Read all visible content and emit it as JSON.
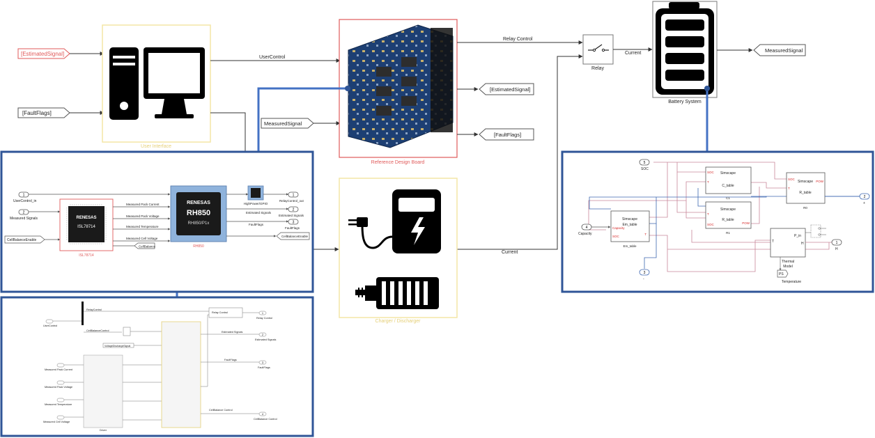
{
  "main": {
    "goto_estimated": "[EstimatedSignal]",
    "goto_faultflags": "[FaultFlags]",
    "user_interface_label": "User Interface",
    "user_control_signal": "UserControl",
    "measured_signal_tag": "MeasuredSignal",
    "reference_board_label": "Reference Design Board",
    "out_estimated": "[EstimatedSignal]",
    "out_faultflags": "[FaultFlags]",
    "relay_control_signal": "Relay Control",
    "relay_label": "Relay",
    "current_signal": "Current",
    "battery_label": "Battery System",
    "measured_signal_out": "MeasuredSignal",
    "charger_label": "Charger / Discharger",
    "current_signal_2": "Current"
  },
  "board_zoom": {
    "port1_num": "1",
    "port1_label": "UserControl_in",
    "port2_num": "2",
    "port2_label": "Measured Signals",
    "cellbal_in": "CellBalanceEnable",
    "isl_brand": "RENESAS",
    "isl_part": "ISL78714",
    "isl_caption": "ISL78714",
    "sig1": "Measured Pack Current",
    "sig2": "Measured Pack Voltage",
    "sig3": "Measured Temperature",
    "sig4": "Measured Cell Voltage",
    "cellbalance_goto": "CellBalance",
    "rh_brand": "RENESAS",
    "rh_part": "RH850",
    "rh_sub": "RH850/P1x",
    "rh_caption": "RH850",
    "gpio_label": "HighPower/GPIO",
    "est_signals": "Estimated Signals",
    "faultflags_sig": "FaultFlags",
    "out1_num": "1",
    "out1_label": "RelayControl_out",
    "out2_num": "2",
    "out2_label": "Estimated Signals",
    "out3_num": "3",
    "out3_label": "FaultFlags",
    "cellbal_out": "CellBalanceEnable"
  },
  "battery_zoom": {
    "soc_num": "5",
    "soc_label": "SOC",
    "cap_num": "4",
    "cap_label": "Capacity",
    "port3_num": "3",
    "port3_label": "-",
    "out2_num": "2",
    "out2_label": "+",
    "out1_num": "1",
    "out1_label": "H",
    "c1_title": "Simscape",
    "c1_name": "C_table",
    "c1_caption": "C1",
    "r1_title": "Simscape",
    "r1_name": "R_table",
    "r1_caption": "R1",
    "r0_title": "Simscape",
    "r0_name": "R_table",
    "r0_caption": "R0",
    "em_title": "Simscape",
    "em_name": "Em_table",
    "em_caption": "Em_table",
    "thermal_caption1": "Thermal",
    "thermal_caption2": "Model",
    "therm_pin": "P_in",
    "therm_t": "T",
    "therm_h": "H",
    "temp_ps": "PS",
    "temp_label": "Temperature",
    "pin_soc": "SOC",
    "pin_t": "T",
    "pin_pow": "POW",
    "pin_capacity": "Capacity"
  },
  "rh_zoom": {
    "relay_control": "RelayControl",
    "cell_balance_control": "CellBalanceControl",
    "voltage_disch_signal": "VoltageDischargeSignal",
    "est_signals": "Estimated Signals",
    "faultflags": "FaultFlags",
    "relay_control_b": "Relay Control",
    "cell_balance_control_b": "CellBalance Control",
    "o1": "1",
    "o1_label": "Relay Control",
    "o2": "2",
    "o2_label": "Estimated Signals",
    "o3": "3",
    "o3_label": "FaultFlags",
    "o4": "4",
    "o4_label": "CellBalance Control",
    "i1_label": "UserControl",
    "i2_label": "Measured Pack Current",
    "i3_label": "Measured Pack Voltage",
    "i4_label": "Measured Temperature",
    "i5_label": "Measured Cell Voltage",
    "mux_label": "Driver"
  },
  "colors": {
    "zoom_border": "#2f5597",
    "zoom_connector": "#4472c4",
    "user_interface_frame": "#f4e6a6",
    "board_frame": "#e05a5a",
    "isl_frame": "#e05a5a",
    "rh_fill": "#8fb3dc",
    "simscape_red": "#d62828",
    "wire_pink": "#c9879a",
    "wire_blue": "#3c66b0"
  }
}
